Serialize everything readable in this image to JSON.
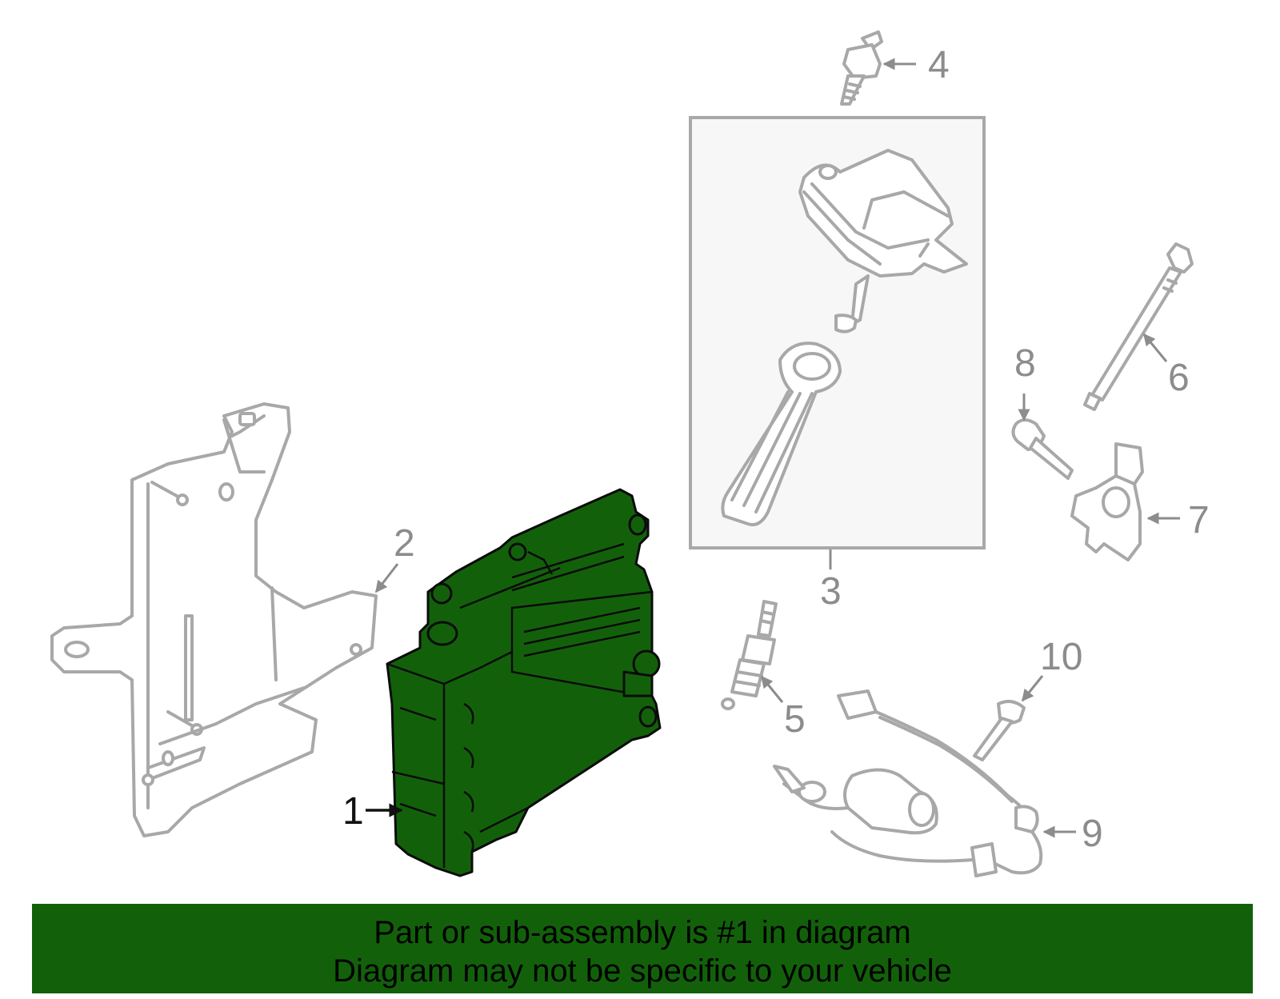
{
  "callouts": {
    "c1": "1",
    "c2": "2",
    "c3": "3",
    "c4": "4",
    "c5": "5",
    "c6": "6",
    "c7": "7",
    "c8": "8",
    "c9": "9",
    "c10": "10"
  },
  "banner": {
    "line1": "Part or sub-assembly is #1 in diagram",
    "line2": "Diagram may not be specific to your vehicle"
  },
  "colors": {
    "highlight": "#12610a",
    "part_outline": "#a8a8a8",
    "callout_text": "#8c8c8c"
  }
}
